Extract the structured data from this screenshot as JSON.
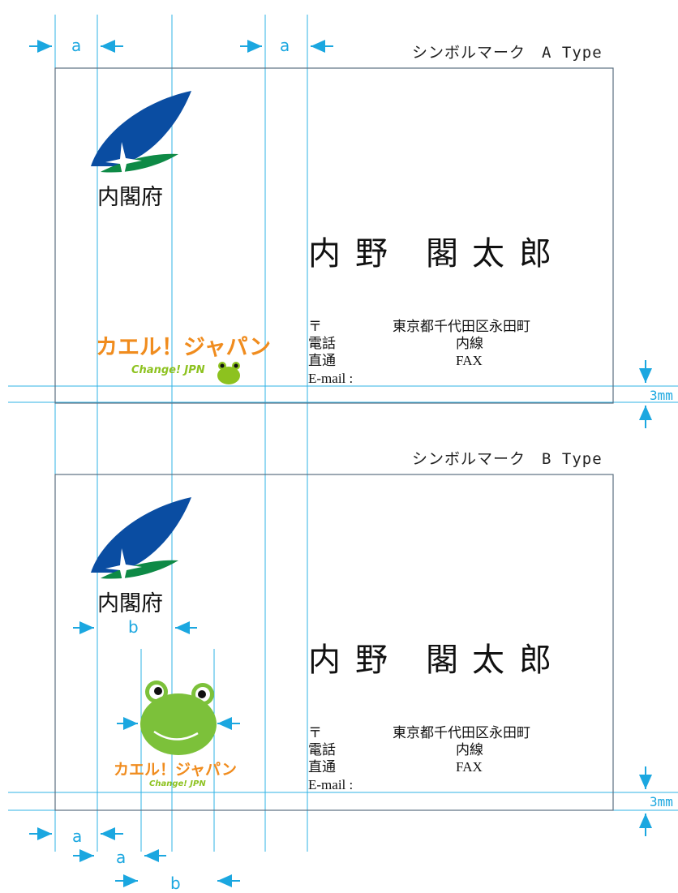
{
  "symbol_types": [
    {
      "title": "シンボルマーク　A Type",
      "org_name": "内閣府",
      "person_name": [
        "内",
        "野",
        "閣",
        "太",
        "郎"
      ],
      "postal_mark": "〒",
      "address": "東京都千代田区永田町",
      "phone_label": "電話",
      "extension_label": "内線",
      "direct_label": "直通",
      "fax_label": "FAX",
      "email_label": "E-mail :",
      "slogan_jp": "カエル！ジャパン",
      "slogan_en": "Change! JPN"
    },
    {
      "title": "シンボルマーク　B Type",
      "org_name": "内閣府",
      "person_name": [
        "内",
        "野",
        "閣",
        "太",
        "郎"
      ],
      "postal_mark": "〒",
      "address": "東京都千代田区永田町",
      "phone_label": "電話",
      "extension_label": "内線",
      "direct_label": "直通",
      "fax_label": "FAX",
      "email_label": "E-mail :",
      "slogan_jp": "カエル！ジャパン",
      "slogan_en": "Change! JPN"
    }
  ],
  "dimension_labels": {
    "a": "a",
    "b": "b",
    "bleed": "3mm"
  },
  "colors": {
    "guide": "#2fb3e6",
    "leaf_blue": "#0a4da2",
    "leaf_green": "#0e8a46",
    "slogan_orange": "#f08c1e",
    "frog_green": "#8dc21f"
  }
}
